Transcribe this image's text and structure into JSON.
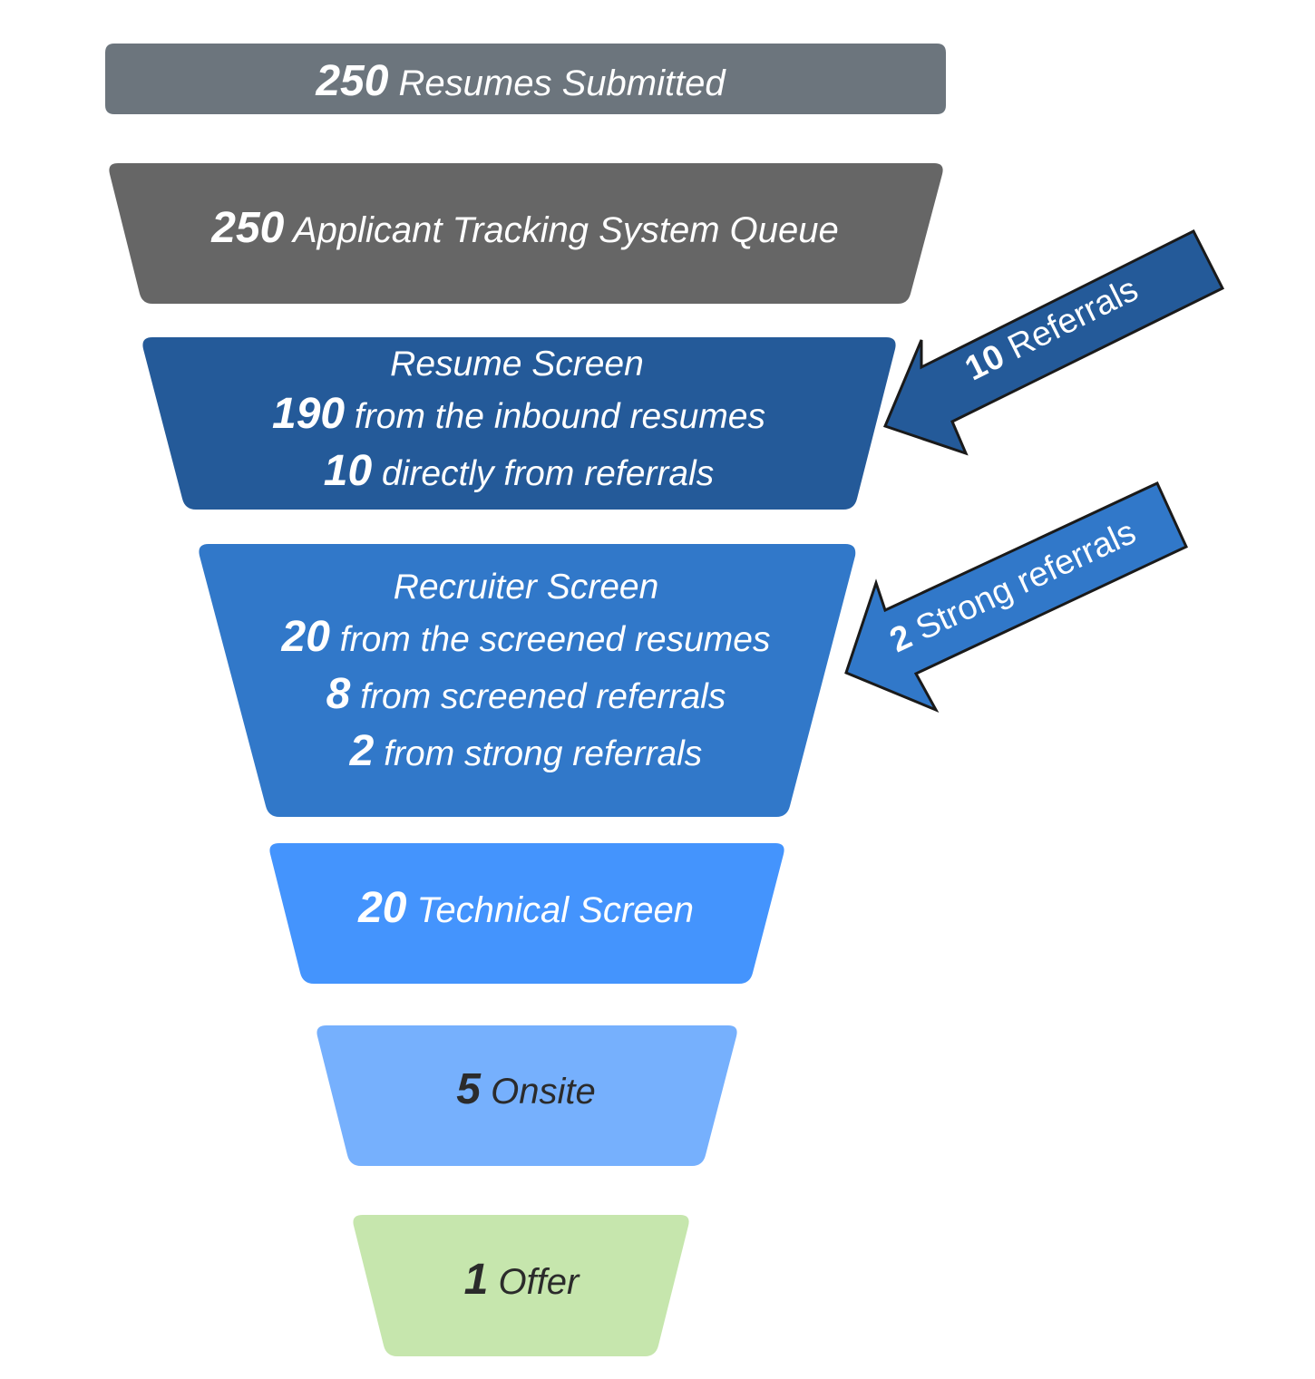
{
  "stages": [
    {
      "id": "resumes-submitted",
      "color": "#6c757d",
      "text_color": "#ffffff",
      "lines": [
        {
          "num": "250",
          "text": " Resumes Submitted"
        }
      ]
    },
    {
      "id": "ats-queue",
      "color": "#666666",
      "text_color": "#ffffff",
      "lines": [
        {
          "num": "250",
          "text": " Applicant Tracking System Queue"
        }
      ]
    },
    {
      "id": "resume-screen",
      "color": "#245a99",
      "text_color": "#ffffff",
      "lines": [
        {
          "num": "",
          "text": "Resume Screen"
        },
        {
          "num": "190",
          "text": " from the inbound resumes"
        },
        {
          "num": "10",
          "text": " directly from referrals"
        }
      ]
    },
    {
      "id": "recruiter-screen",
      "color": "#3178c9",
      "text_color": "#ffffff",
      "lines": [
        {
          "num": "",
          "text": "Recruiter Screen"
        },
        {
          "num": "20",
          "text": " from the screened resumes"
        },
        {
          "num": "8",
          "text": " from screened referrals"
        },
        {
          "num": "2",
          "text": " from strong referrals"
        }
      ]
    },
    {
      "id": "technical-screen",
      "color": "#4494fd",
      "text_color": "#ffffff",
      "lines": [
        {
          "num": "20",
          "text": " Technical Screen"
        }
      ]
    },
    {
      "id": "onsite",
      "color": "#76b0fd",
      "text_color": "#2b2b2b",
      "lines": [
        {
          "num": "5",
          "text": " Onsite"
        }
      ]
    },
    {
      "id": "offer",
      "color": "#c6e6ad",
      "text_color": "#2b2b2b",
      "lines": [
        {
          "num": "1",
          "text": " Offer"
        }
      ]
    }
  ],
  "arrows": [
    {
      "id": "referrals",
      "num": "10",
      "text": " Referrals",
      "color": "#245a99"
    },
    {
      "id": "strong-referrals",
      "num": "2",
      "text": " Strong referrals",
      "color": "#3178c9"
    }
  ]
}
